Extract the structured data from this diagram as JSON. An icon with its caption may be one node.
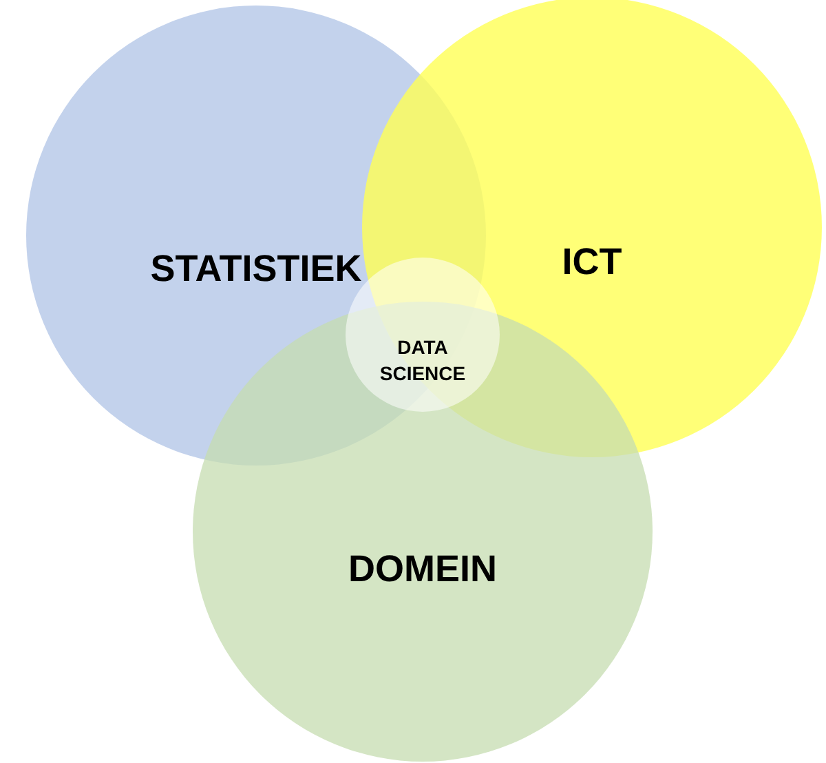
{
  "diagram": {
    "nodes": [
      {
        "text": [
          "STATISTIEK"
        ]
      },
      {
        "text": [
          "ICT"
        ]
      },
      {
        "text": [
          "DOMEIN"
        ]
      },
      {
        "text": [
          "DATA SCIENCE"
        ]
      }
    ]
  }
}
